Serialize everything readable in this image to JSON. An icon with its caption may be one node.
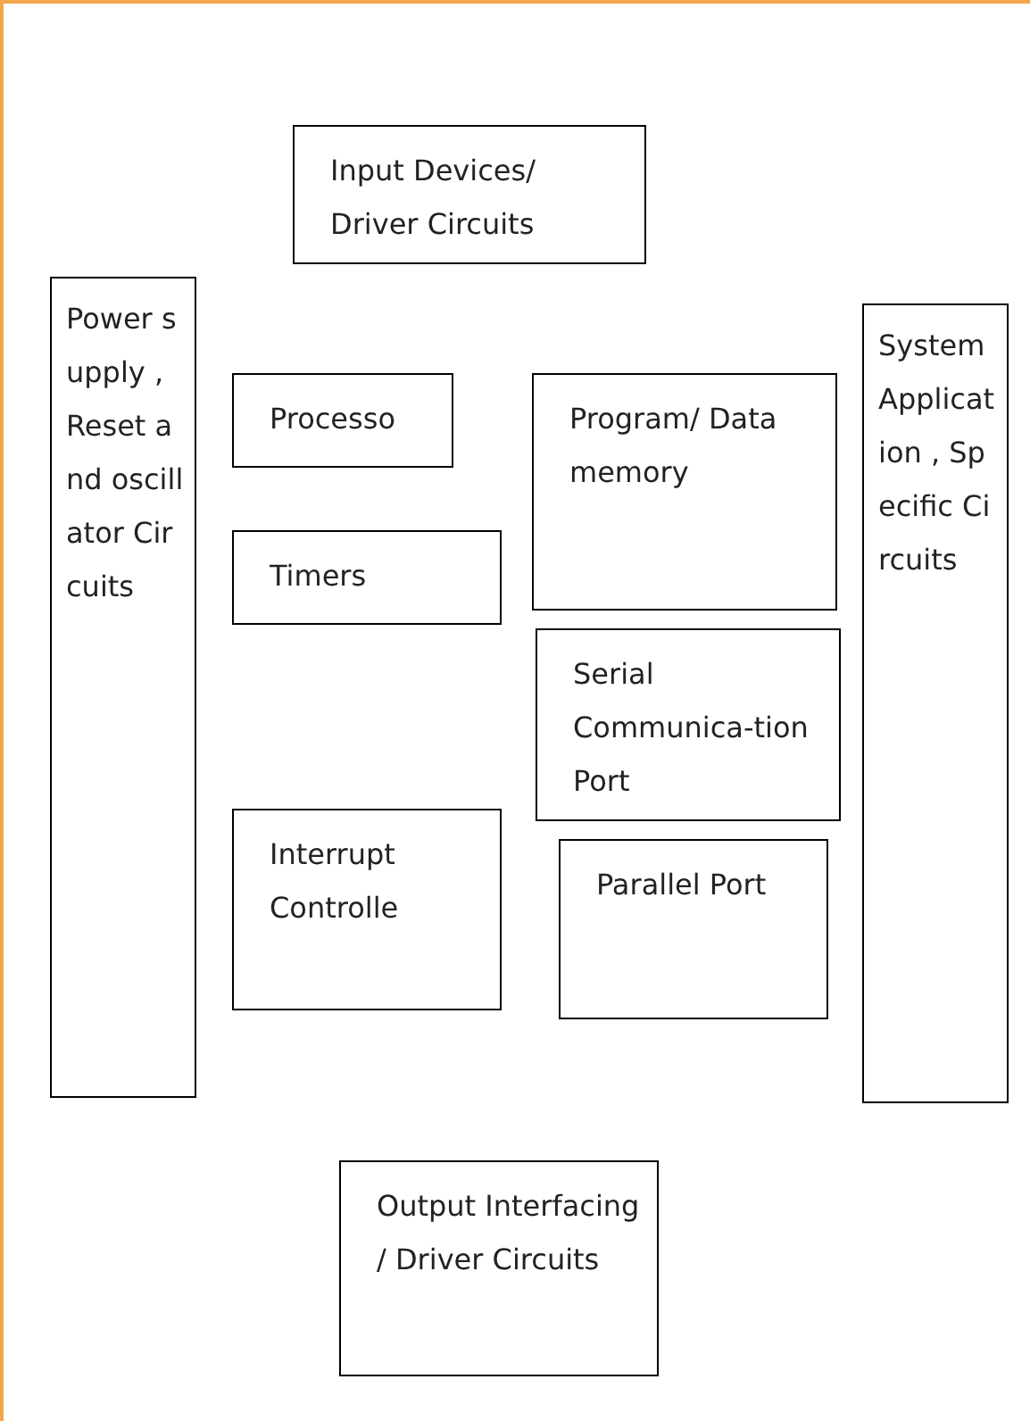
{
  "diagram": {
    "nodes": [
      {
        "text": [
          "Input Devices/ Driver Circuits"
        ]
      },
      {
        "text": [
          "Power supply , Reset and oscillator Circuits"
        ]
      },
      {
        "text": [
          "Processo"
        ]
      },
      {
        "text": [
          "Program/ Data memory"
        ]
      },
      {
        "text": [
          "Timers"
        ]
      },
      {
        "text": [
          "Serial Communica-tion Port"
        ]
      },
      {
        "text": [
          "Interrupt Controlle"
        ]
      },
      {
        "text": [
          "Parallel Port"
        ]
      },
      {
        "text": [
          "System Application , Specific Circuits"
        ]
      },
      {
        "text": [
          "Output Interfacing / Driver Circuits"
        ]
      }
    ]
  }
}
